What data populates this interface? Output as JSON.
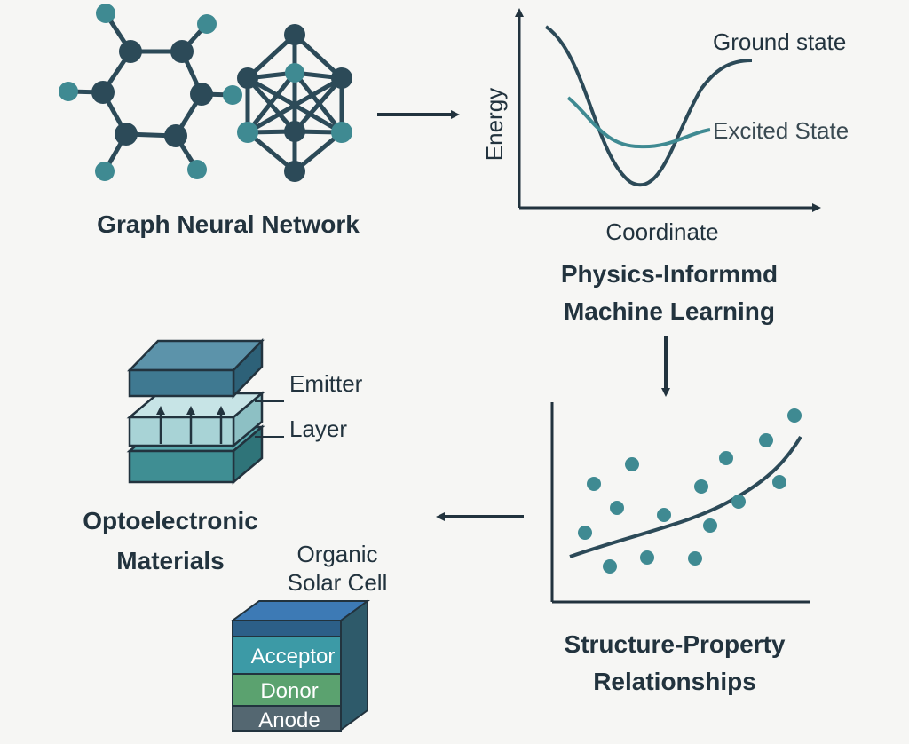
{
  "colors": {
    "background": "#f6f6f4",
    "dark": "#22333e",
    "node_dark": "#2c4a58",
    "node_teal": "#3f8a92",
    "node_teal_light": "#4f9aa0",
    "layer_top": "#3f7991",
    "layer_mid": "#a8d3d6",
    "layer_bottom": "#3f8e93",
    "acceptor": "#3c9aa6",
    "donor": "#5ba26f",
    "anode": "#546771",
    "cell_top": "#2c5f88"
  },
  "gnn": {
    "title": "Graph Neural Network"
  },
  "energy_plot": {
    "ylabel": "Energy",
    "xlabel": "Coordinate",
    "series": [
      {
        "name": "Ground state"
      },
      {
        "name": "Excited State"
      }
    ]
  },
  "piml": {
    "title_line1": "Physics-Informmd",
    "title_line2": "Machine Learning"
  },
  "scatter_plot": {
    "title_line1": "Structure-Property",
    "title_line2": "Relationships"
  },
  "optoelectronic": {
    "title_line1": "Optoelectronic",
    "title_line2": "Materials",
    "emitter_label": "Emitter",
    "layer_label": "Layer"
  },
  "solar_cell": {
    "title_line1": "Organic",
    "title_line2": "Solar Cell",
    "acceptor": "Acceptor",
    "donor": "Donor",
    "anode": "Anode"
  }
}
